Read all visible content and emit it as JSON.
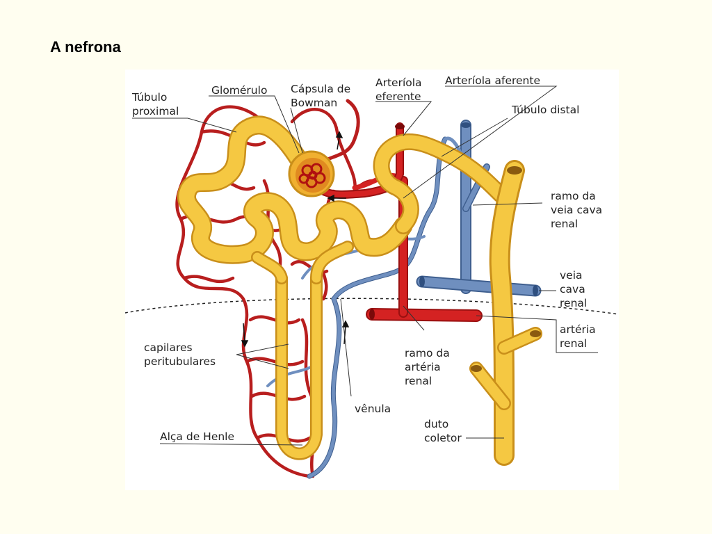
{
  "slide": {
    "title": "A nefrona"
  },
  "diagram": {
    "labels": {
      "tubulo_proximal": [
        "Túbulo",
        "proximal"
      ],
      "glomerulo": "Glomérulo",
      "capsula_bowman": [
        "Cápsula de",
        "Bowman"
      ],
      "arteriola_eferente": [
        "Arteríola",
        "eferente"
      ],
      "arteriola_aferente": "Arteríola aferente",
      "tubulo_distal": "Túbulo distal",
      "ramo_veia_cava_renal": [
        "ramo da",
        "veia cava",
        "renal"
      ],
      "veia_cava_renal": [
        "veia",
        "cava",
        "renal"
      ],
      "arteria_renal": [
        "artéria",
        "renal"
      ],
      "ramo_arteria_renal": [
        "ramo da",
        "artéria",
        "renal"
      ],
      "capilares_peritubulares": [
        "capilares",
        "peritubulares"
      ],
      "venula": "vênula",
      "alca_de_henle": "Alça de Henle",
      "duto_coletor": [
        "duto",
        "coletor"
      ]
    },
    "colors": {
      "tubule": "#f5c842",
      "tubule_edge": "#c98f1a",
      "artery": "#d42222",
      "artery_dark": "#9a1010",
      "vein": "#6f8fbf",
      "vein_dark": "#3f5f8f",
      "capillary": "#b81e1e",
      "leader": "#333333"
    }
  }
}
